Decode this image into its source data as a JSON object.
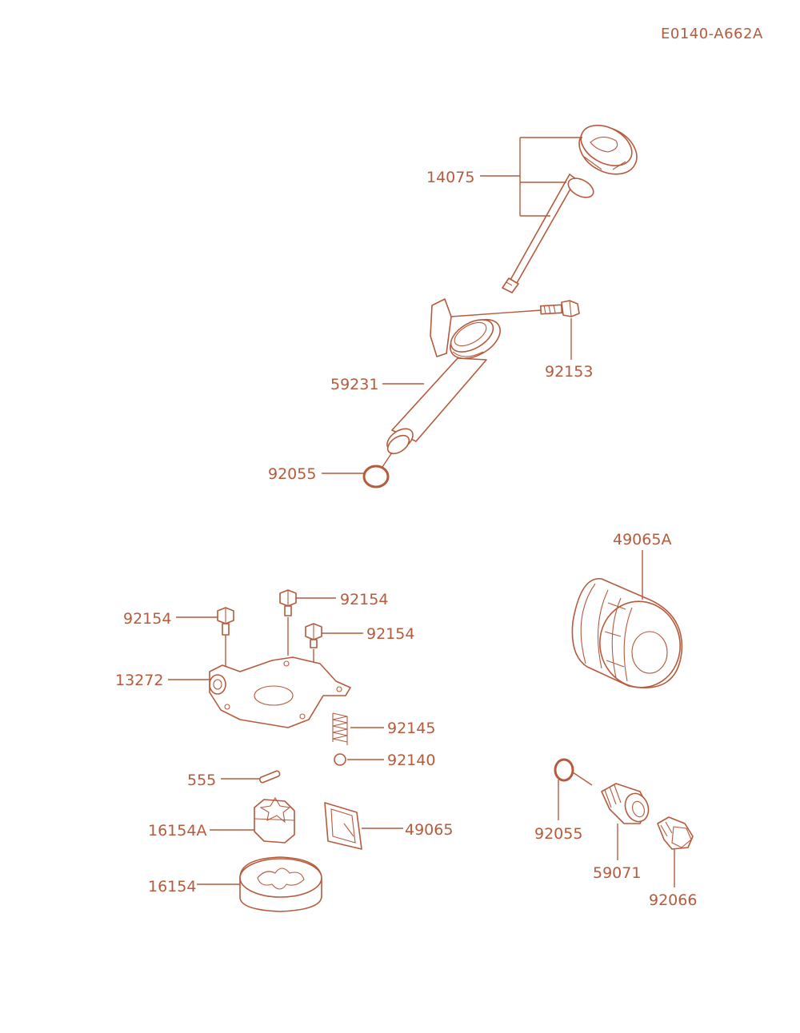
{
  "diagram_code": "E0140-A662A",
  "colors": {
    "line": "#b65a3c",
    "background": "#ffffff"
  },
  "labels": {
    "p14075": "14075",
    "p92153": "92153",
    "p59231": "59231",
    "p92055_a": "92055",
    "p49065A": "49065A",
    "p92154_a": "92154",
    "p92154_b": "92154",
    "p92154_c": "92154",
    "p13272": "13272",
    "p92145": "92145",
    "p92140": "92140",
    "p555": "555",
    "p16154A": "16154A",
    "p49065": "49065",
    "p16154": "16154",
    "p92055_b": "92055",
    "p59071": "59071",
    "p92066": "92066"
  }
}
